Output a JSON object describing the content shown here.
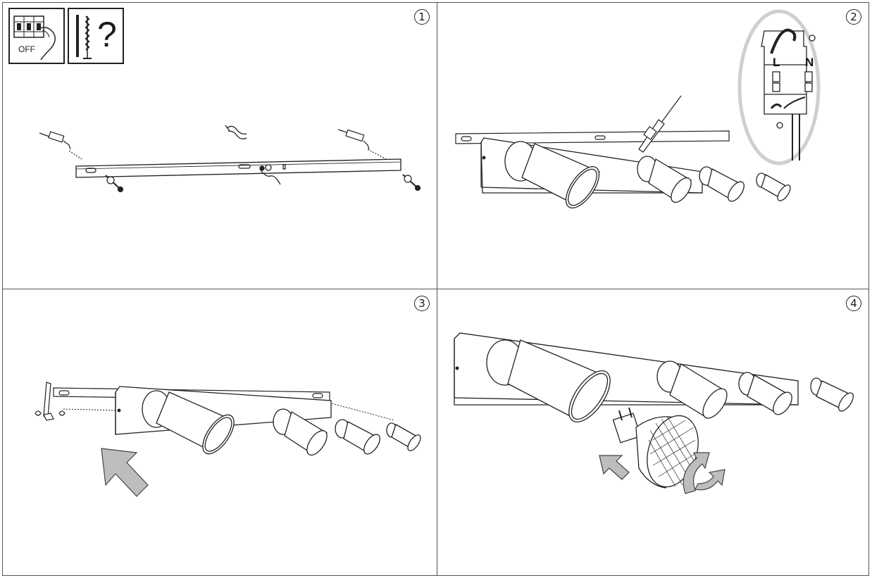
{
  "steps": [
    {
      "number": "1"
    },
    {
      "number": "2"
    },
    {
      "number": "3"
    },
    {
      "number": "4"
    }
  ],
  "icons": {
    "switch_off_label": "OFF",
    "question_mark": "?"
  },
  "terminal": {
    "live_label": "L",
    "neutral_label": "N"
  }
}
